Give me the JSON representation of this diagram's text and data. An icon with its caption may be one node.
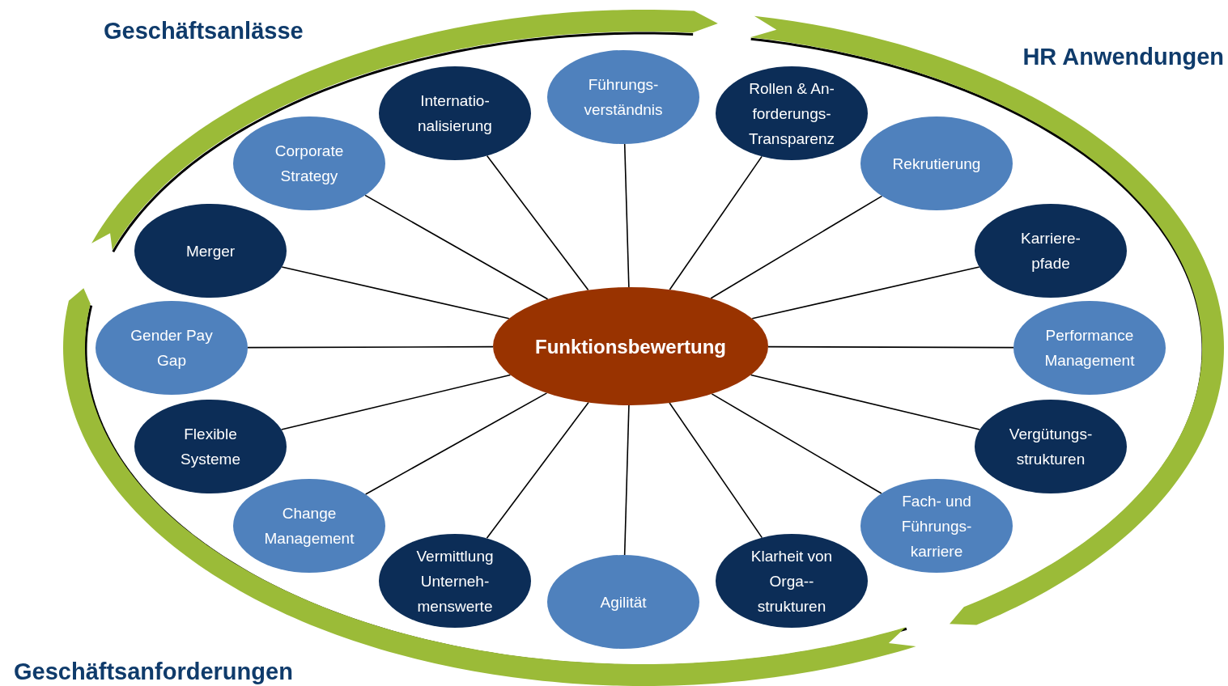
{
  "diagram": {
    "nodes": [
      {
        "text": [
          "Funktionsbewertung"
        ]
      },
      {
        "text": [
          "Internatio- nalisierung"
        ]
      },
      {
        "text": [
          "Führungs- verständnis"
        ]
      },
      {
        "text": [
          "Rollen & An- forderungs- Transparenz"
        ]
      },
      {
        "text": [
          "Rekrutierung"
        ]
      },
      {
        "text": [
          "Karriere- pfade"
        ]
      },
      {
        "text": [
          "Performance Management"
        ]
      },
      {
        "text": [
          "Vergütungs- strukturen"
        ]
      },
      {
        "text": [
          "Fach- und Führungs- karriere"
        ]
      },
      {
        "text": [
          "Klarheit von Orga-- strukturen"
        ]
      },
      {
        "text": [
          "Agilität"
        ]
      },
      {
        "text": [
          "Vermittlung Unterneh- menswerte"
        ]
      },
      {
        "text": [
          "Change Management"
        ]
      },
      {
        "text": [
          "Flexible Systeme"
        ]
      },
      {
        "text": [
          "Gender Pay Gap"
        ]
      },
      {
        "text": [
          "Merger"
        ]
      },
      {
        "text": [
          "Corporate Strategy"
        ]
      }
    ],
    "edges": [
      {
        "from": 0,
        "to": 1,
        "arrow": "none"
      },
      {
        "from": 0,
        "to": 2,
        "arrow": "none"
      },
      {
        "from": 0,
        "to": 3,
        "arrow": "none"
      },
      {
        "from": 0,
        "to": 4,
        "arrow": "none"
      },
      {
        "from": 0,
        "to": 5,
        "arrow": "none"
      },
      {
        "from": 0,
        "to": 6,
        "arrow": "none"
      },
      {
        "from": 0,
        "to": 7,
        "arrow": "none"
      },
      {
        "from": 0,
        "to": 8,
        "arrow": "none"
      },
      {
        "from": 0,
        "to": 9,
        "arrow": "none"
      },
      {
        "from": 0,
        "to": 10,
        "arrow": "none"
      },
      {
        "from": 0,
        "to": 11,
        "arrow": "none"
      },
      {
        "from": 0,
        "to": 12,
        "arrow": "none"
      },
      {
        "from": 0,
        "to": 13,
        "arrow": "none"
      },
      {
        "from": 0,
        "to": 14,
        "arrow": "none"
      },
      {
        "from": 0,
        "to": 15,
        "arrow": "none"
      },
      {
        "from": 0,
        "to": 16,
        "arrow": "none"
      }
    ],
    "labels": [
      "Geschäftsanlässe",
      "HR Anwendungen",
      "Geschäftsanforderungen"
    ]
  }
}
